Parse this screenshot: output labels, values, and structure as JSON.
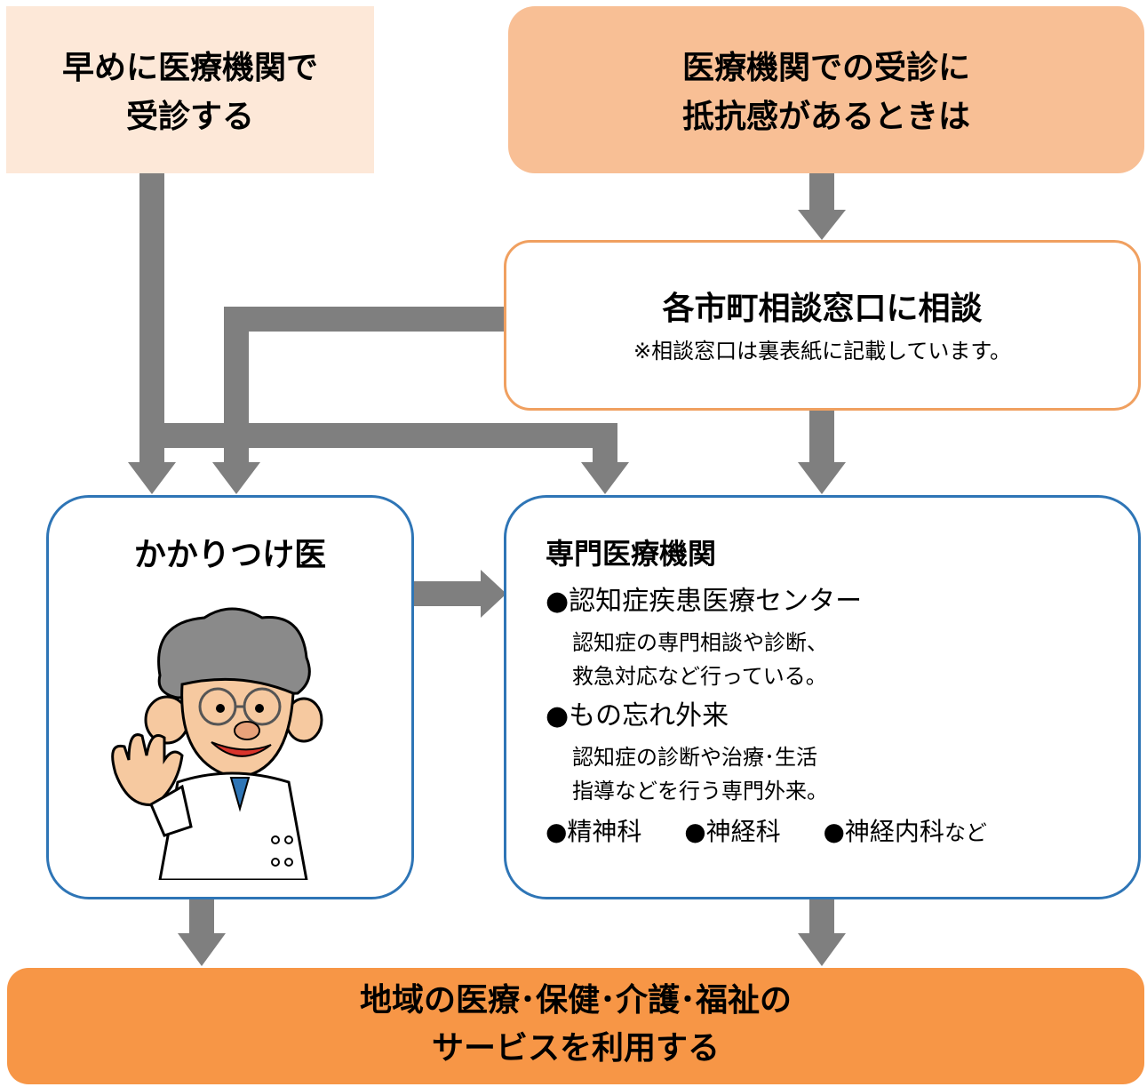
{
  "top_left": {
    "line1": "早めに医療機関で",
    "line2": "受診する"
  },
  "top_right": {
    "line1": "医療機関での受診に",
    "line2": "抵抗感があるときは"
  },
  "consult": {
    "title": "各市町相談窓口に相談",
    "note": "※相談窓口は裏表紙に記載しています。"
  },
  "gp": {
    "title": "かかりつけ医"
  },
  "specialist": {
    "title": "専門医療機関",
    "items": [
      {
        "head": "●認知症疾患医療センター",
        "desc1": "認知症の専門相談や診断、",
        "desc2": "救急対応など行っている。"
      },
      {
        "head": "●もの忘れ外来",
        "desc1": "認知症の診断や治療･生活",
        "desc2": "指導などを行う専門外来。"
      }
    ],
    "others": {
      "a": "●精神科",
      "b": "●神経科",
      "c": "●神経内科",
      "suffix": "など"
    }
  },
  "bottom": {
    "line1": "地域の医療･保健･介護･福祉の",
    "line2": "サービスを利用する"
  },
  "colors": {
    "arrow": "#7f7f7f",
    "box_blue_border": "#2e75b6",
    "box_orange": "#f79646",
    "box_peach": "#f8bf95",
    "box_light": "#fde8d8"
  }
}
